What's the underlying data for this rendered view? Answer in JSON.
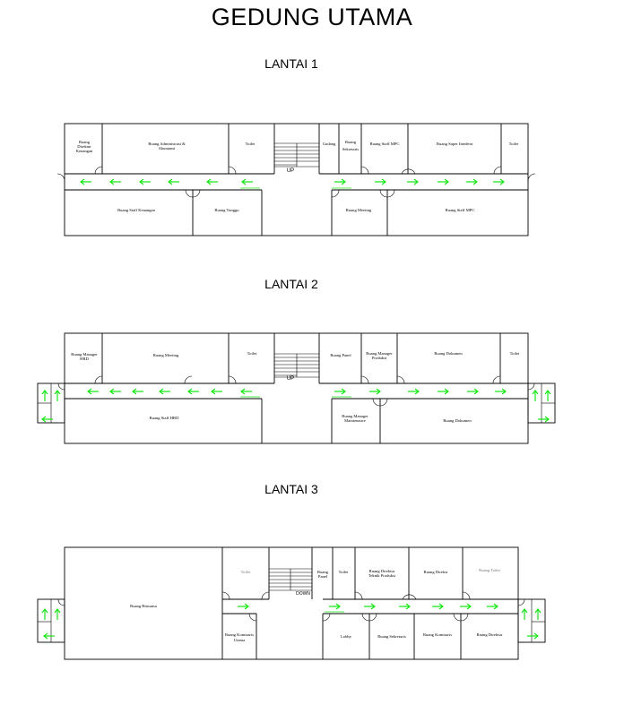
{
  "title": "GEDUNG UTAMA",
  "floors": [
    {
      "label": "LANTAI 1",
      "stairs_label": "UP",
      "rooms": [
        "Ruang Direktur Keuangan",
        "Ruang Administrasi & Akuntansi",
        "Toilet",
        "Gudang",
        "Ruang Sekretaris",
        "Ruang Staff MPC",
        "Ruang Super Intedent",
        "Toilet",
        "Ruang Staff Keuangan",
        "Ruang Tunggu",
        "Ruang Meeting",
        "Ruang Staff MPC"
      ]
    },
    {
      "label": "LANTAI 2",
      "stairs_label": "UP",
      "rooms": [
        "Ruang Manager HRD",
        "Ruang Meeting",
        "Toilet",
        "Ruang Panel",
        "Ruang Manager Produksi",
        "Ruang Dokumen",
        "Toilet",
        "Ruang Staff HRD",
        "Ruang Manager Maintenance",
        "Ruang Dokumen"
      ]
    },
    {
      "label": "LANTAI 3",
      "stairs_label": "DOWN",
      "rooms": [
        "Ruang Binsansa",
        "Toilet",
        "Ruang Panel",
        "Toilet",
        "Ruang Direktur Teknik Produksi",
        "Ruang Direksi",
        "Ruang Toilet",
        "Ruang Komisaris Utama",
        "Lobby",
        "Ruang Sekretaris",
        "Ruang Komisaris",
        "Ruang Direktur"
      ]
    }
  ]
}
